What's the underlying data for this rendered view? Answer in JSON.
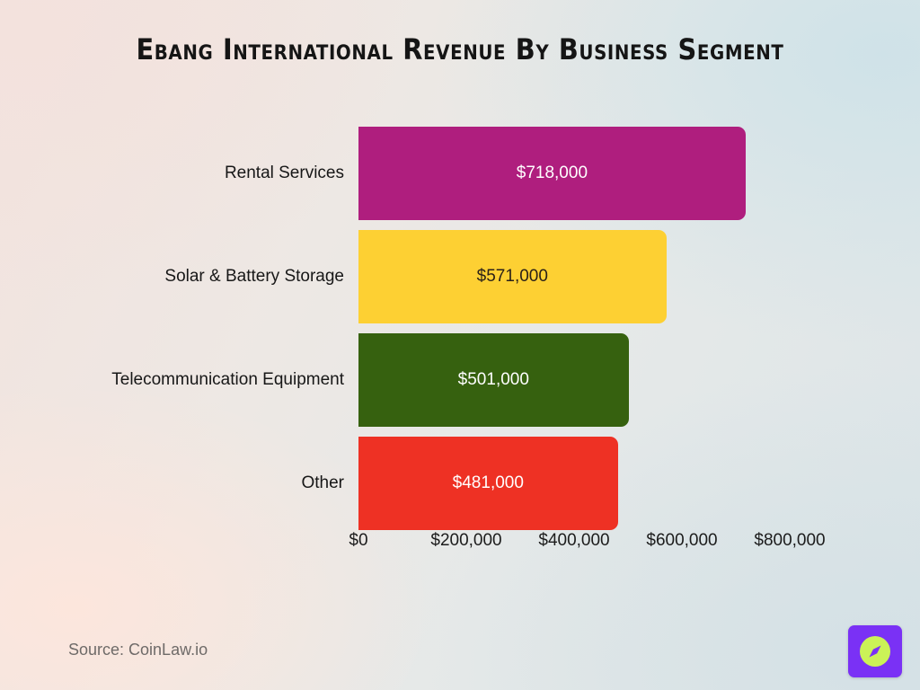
{
  "chart_data": {
    "type": "bar",
    "orientation": "horizontal",
    "title": "Ebang International Revenue by Business Segment",
    "xlabel": "",
    "ylabel": "",
    "categories": [
      "Rental Services",
      "Solar & Battery Storage",
      "Telecommunication Equipment",
      "Other"
    ],
    "values": [
      718000,
      571000,
      501000,
      481000
    ],
    "value_labels": [
      "$718,000",
      "$571,000",
      "$501,000",
      "$481,000"
    ],
    "bar_colors": [
      "#AF1E7E",
      "#FDD033",
      "#36610F",
      "#EE3124"
    ],
    "value_label_colors": [
      "#FFFFFF",
      "#2A2118",
      "#FFFFFF",
      "#FFFFFF"
    ],
    "xlim": [
      0,
      800000
    ],
    "xticks": [
      0,
      200000,
      400000,
      600000,
      800000
    ],
    "xtick_labels": [
      "$0",
      "$200,000",
      "$400,000",
      "$600,000",
      "$800,000"
    ],
    "grid": false,
    "legend": "none"
  },
  "footer": {
    "source_text": "Source: CoinLaw.io"
  },
  "branding": {
    "logo_name": "coinlaw-compass-logo",
    "logo_background": "#7A31F5",
    "logo_circle": "#CBF257",
    "logo_needle": "#7A31F5"
  },
  "theme": {
    "background_start": "#F3E3DE",
    "background_end": "#DCE5E8",
    "title_color": "#151515",
    "tick_color": "#1C1C1C",
    "category_color": "#171717",
    "source_color": "#6E6A68"
  }
}
